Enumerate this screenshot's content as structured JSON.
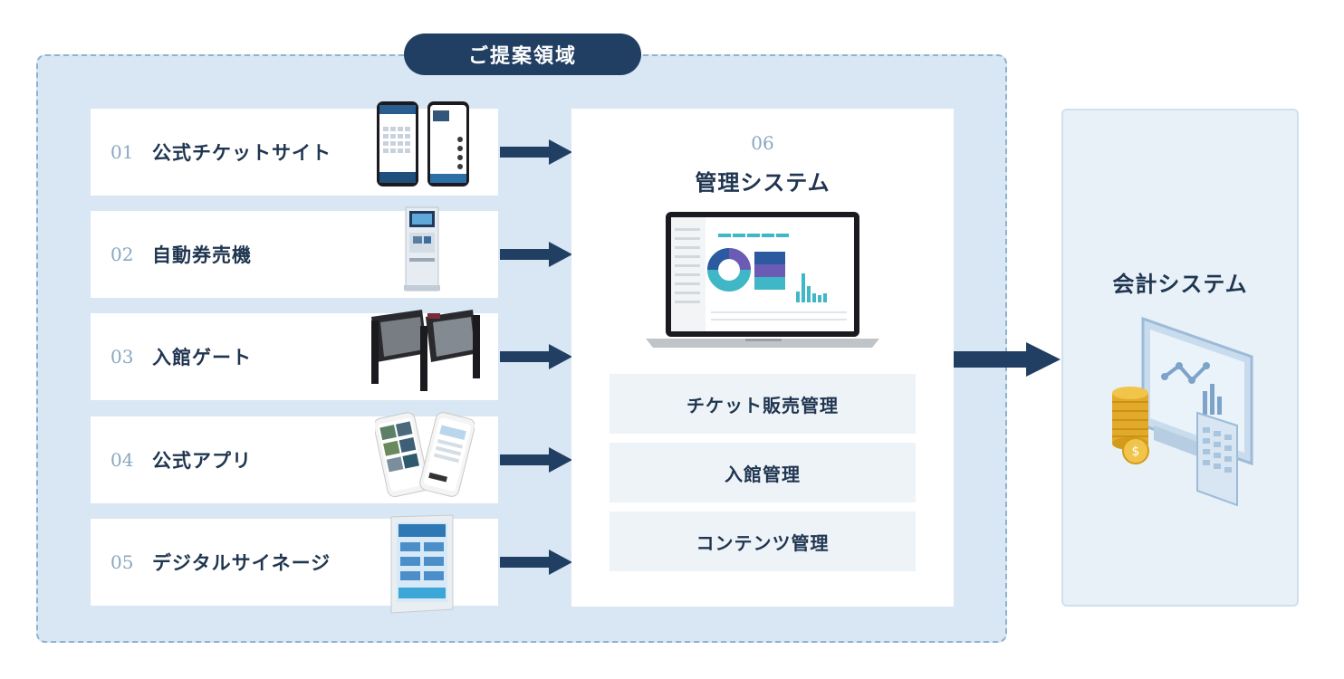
{
  "region": {
    "label": "ご提案領域"
  },
  "items": [
    {
      "num": "01",
      "label": "公式チケットサイト",
      "image": "smartphones-ticket-site"
    },
    {
      "num": "02",
      "label": "自動券売機",
      "image": "ticket-vending-machine"
    },
    {
      "num": "03",
      "label": "入館ゲート",
      "image": "entrance-gate"
    },
    {
      "num": "04",
      "label": "公式アプリ",
      "image": "smartphone-app"
    },
    {
      "num": "05",
      "label": "デジタルサイネージ",
      "image": "digital-signage"
    }
  ],
  "management": {
    "num": "06",
    "title": "管理システム",
    "image": "laptop-dashboard",
    "functions": [
      "チケット販売管理",
      "入館管理",
      "コンテンツ管理"
    ]
  },
  "accounting": {
    "title": "会計システム",
    "image": "accounting-illustration"
  },
  "colors": {
    "navy": "#213f63",
    "region_bg": "#d8e7f3",
    "accent_light": "#8aa7c2",
    "teal": "#3fb7c6"
  }
}
